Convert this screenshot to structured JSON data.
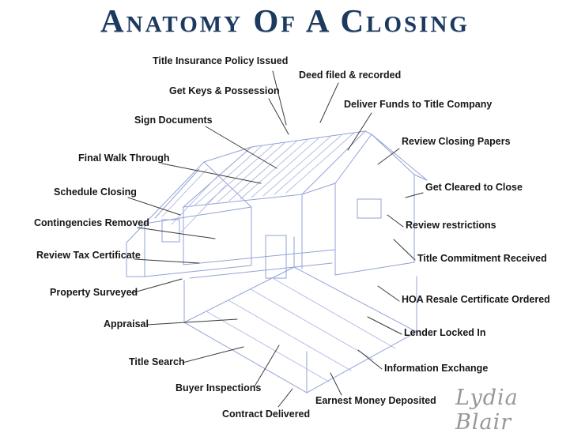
{
  "page": {
    "title": "Anatomy Of A Closing",
    "signature": "Lydia Blair"
  },
  "colors": {
    "title_navy": "#1c3a5e",
    "house_line": "#93a2d6",
    "house_line_light": "#aeb9e4",
    "leader_line": "#3a3a3a",
    "label_text": "#161616",
    "signature_gray": "#979797"
  },
  "labels": [
    "Title Insurance Policy Issued",
    "Deed filed & recorded",
    "Get Keys & Possession",
    "Deliver Funds to Title Company",
    "Sign Documents",
    "Review Closing Papers",
    "Final Walk Through",
    "Get Cleared to Close",
    "Schedule Closing",
    "Contingencies Removed",
    "Review restrictions",
    "Review Tax Certificate",
    "Title Commitment Received",
    "Property Surveyed",
    "HOA Resale Certificate Ordered",
    "Appraisal",
    "Lender Locked In",
    "Title Search",
    "Information Exchange",
    "Buyer Inspections",
    "Earnest Money Deposited",
    "Contract Delivered"
  ]
}
